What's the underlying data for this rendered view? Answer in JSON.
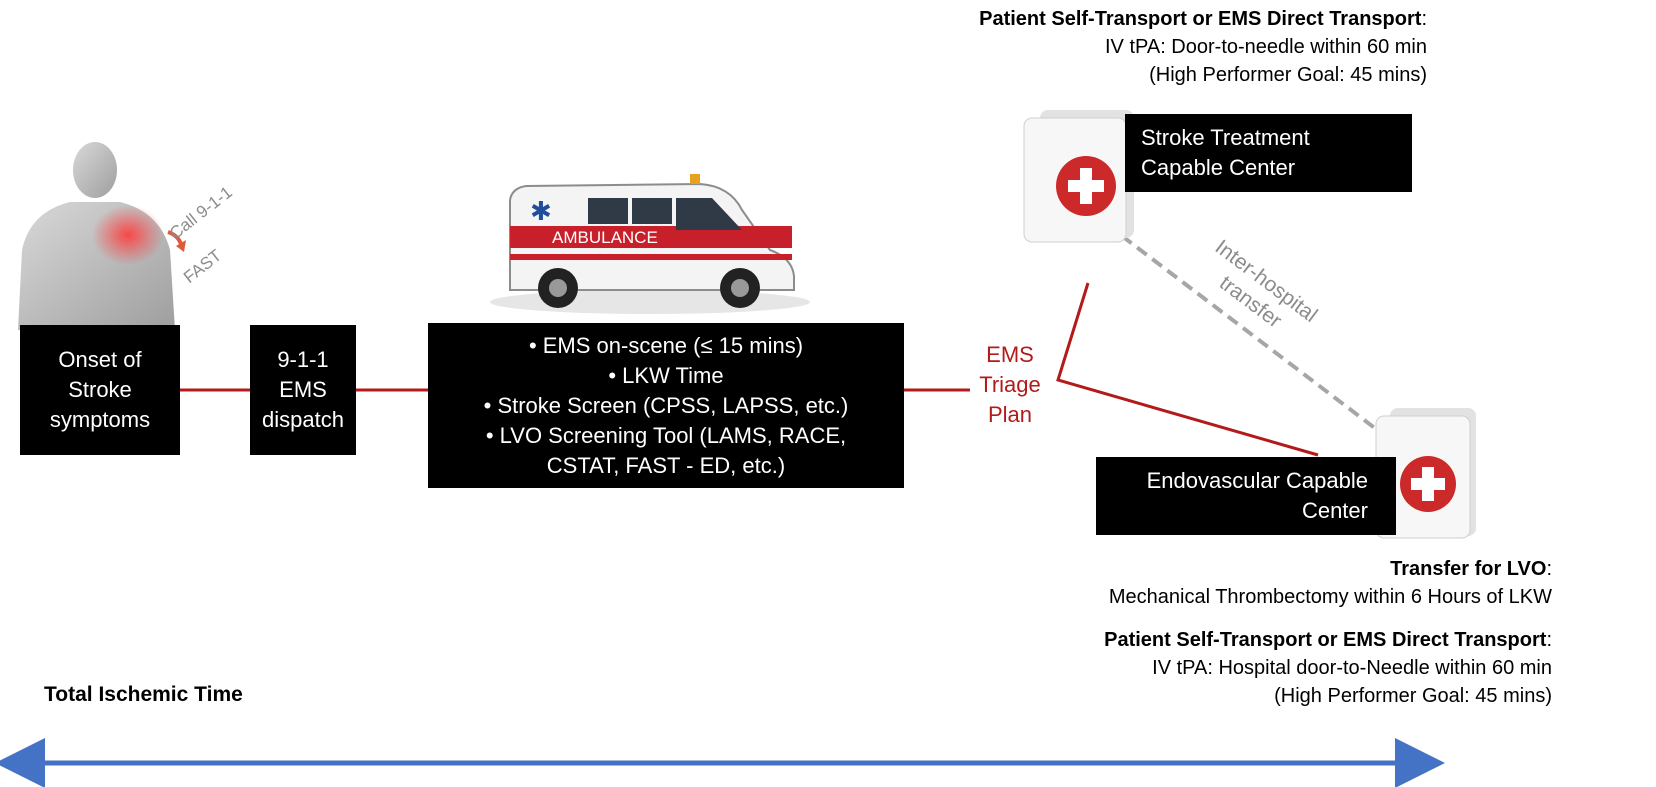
{
  "onset_box": {
    "lines": [
      "Onset of",
      "Stroke",
      "symptoms"
    ]
  },
  "dispatch_box": {
    "lines": [
      "9-1-1",
      "EMS",
      "dispatch"
    ]
  },
  "ems_box": {
    "lines": [
      "• EMS on-scene (≤ 15 mins)",
      "• LKW Time",
      "• Stroke Screen (CPSS, LAPSS, etc.)",
      "• LVO Screening Tool (LAMS, RACE,",
      "CSTAT, FAST - ED, etc.)"
    ]
  },
  "patient_illustration": {
    "call_text_1": "Call 9-1-1",
    "call_text_2": "FAST"
  },
  "ambulance": {
    "label": "AMBULANCE"
  },
  "triage_label": {
    "lines": [
      "EMS",
      "Triage",
      "Plan"
    ]
  },
  "stroke_center": {
    "lines": [
      "Stroke Treatment",
      "Capable Center"
    ]
  },
  "endo_center": {
    "lines": [
      "Endovascular Capable",
      "Center"
    ]
  },
  "transfer_label": {
    "line1": "Inter-hospital",
    "line2": "transfer"
  },
  "top_note": {
    "title": "Patient Self-Transport or EMS Direct Transport",
    "line1": "IV tPA: Door-to-needle within 60 min",
    "line2": "(High Performer Goal: 45 mins)"
  },
  "lvo_note": {
    "title": "Transfer for LVO",
    "line1": "Mechanical Thrombectomy within 6 Hours of LKW"
  },
  "bottom_note": {
    "title": "Patient Self-Transport or EMS Direct Transport",
    "line1": "IV tPA: Hospital door-to-Needle within 60 min",
    "line2": "(High Performer Goal: 45 mins)"
  },
  "timeline": {
    "label": "Total Ischemic Time"
  },
  "colors": {
    "flow_line": "#b31b1b",
    "timeline_arrow": "#4472c4",
    "dashed_line": "#a6a6a6",
    "cross": "#cc2a2a"
  }
}
